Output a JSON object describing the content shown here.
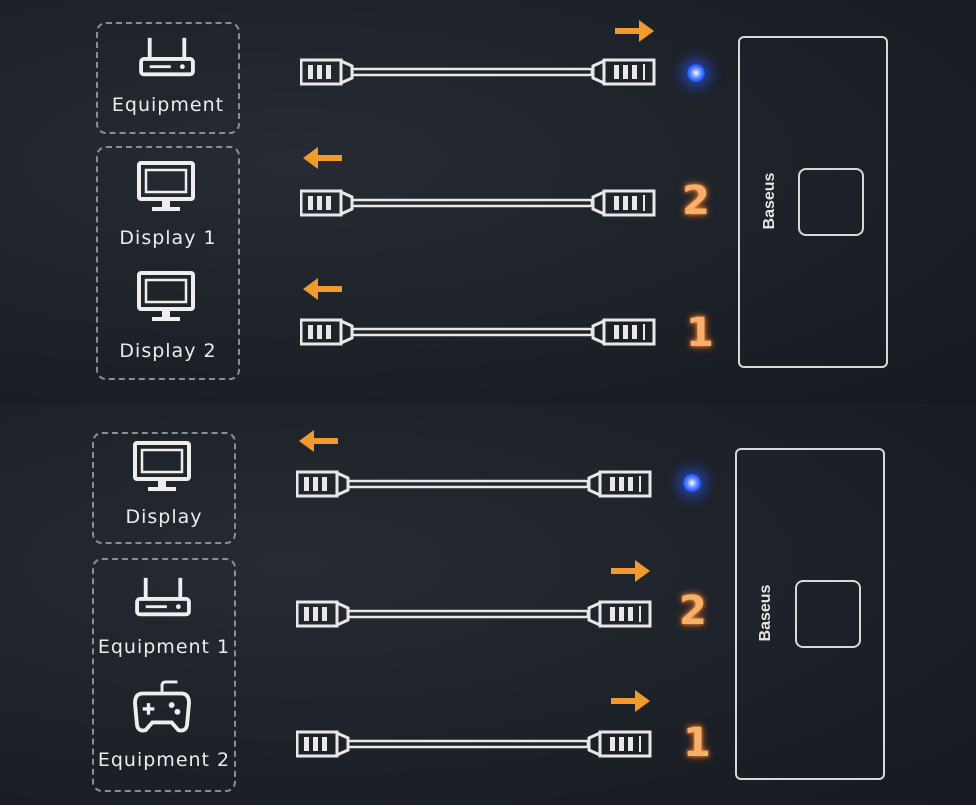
{
  "top": {
    "devices": [
      "Equipment",
      "Display 1",
      "Display 2"
    ],
    "port_labels": [
      "2",
      "1"
    ],
    "brand": "Baseus"
  },
  "bottom": {
    "devices": [
      "Display",
      "Equipment 1",
      "Equipment 2"
    ],
    "port_labels": [
      "2",
      "1"
    ],
    "brand": "Baseus"
  },
  "colors": {
    "arrow": "#f29a2e",
    "port_number": "#f7b06a",
    "led": "#1f4dff",
    "line": "#e8e8e8",
    "dashed_border": "#8a8d93"
  },
  "icons": [
    "router-icon",
    "monitor-icon",
    "gamepad-icon",
    "hdmi-cable-icon",
    "arrow-right-icon",
    "arrow-left-icon",
    "led-indicator"
  ]
}
